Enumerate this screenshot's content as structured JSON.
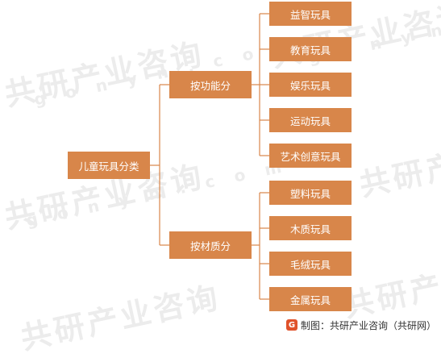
{
  "root": {
    "label": "儿童玩具分类"
  },
  "branches": [
    {
      "label": "按功能分",
      "leaves": [
        "益智玩具",
        "教育玩具",
        "娱乐玩具",
        "运动玩具",
        "艺术创意玩具"
      ]
    },
    {
      "label": "按材质分",
      "leaves": [
        "塑料玩具",
        "木质玩具",
        "毛绒玩具",
        "金属玩具"
      ]
    }
  ],
  "watermark": {
    "brand": "共研产业咨询",
    "domain": "g o n y n . c o m"
  },
  "footer": {
    "text": "制图：共研产业咨询（共研网）",
    "logo_icon": "gonyn-logo-icon"
  },
  "colors": {
    "node_fill": "#d8864a",
    "node_text": "#ffffff",
    "connector": "#d8864a",
    "watermark": "#ececec"
  }
}
